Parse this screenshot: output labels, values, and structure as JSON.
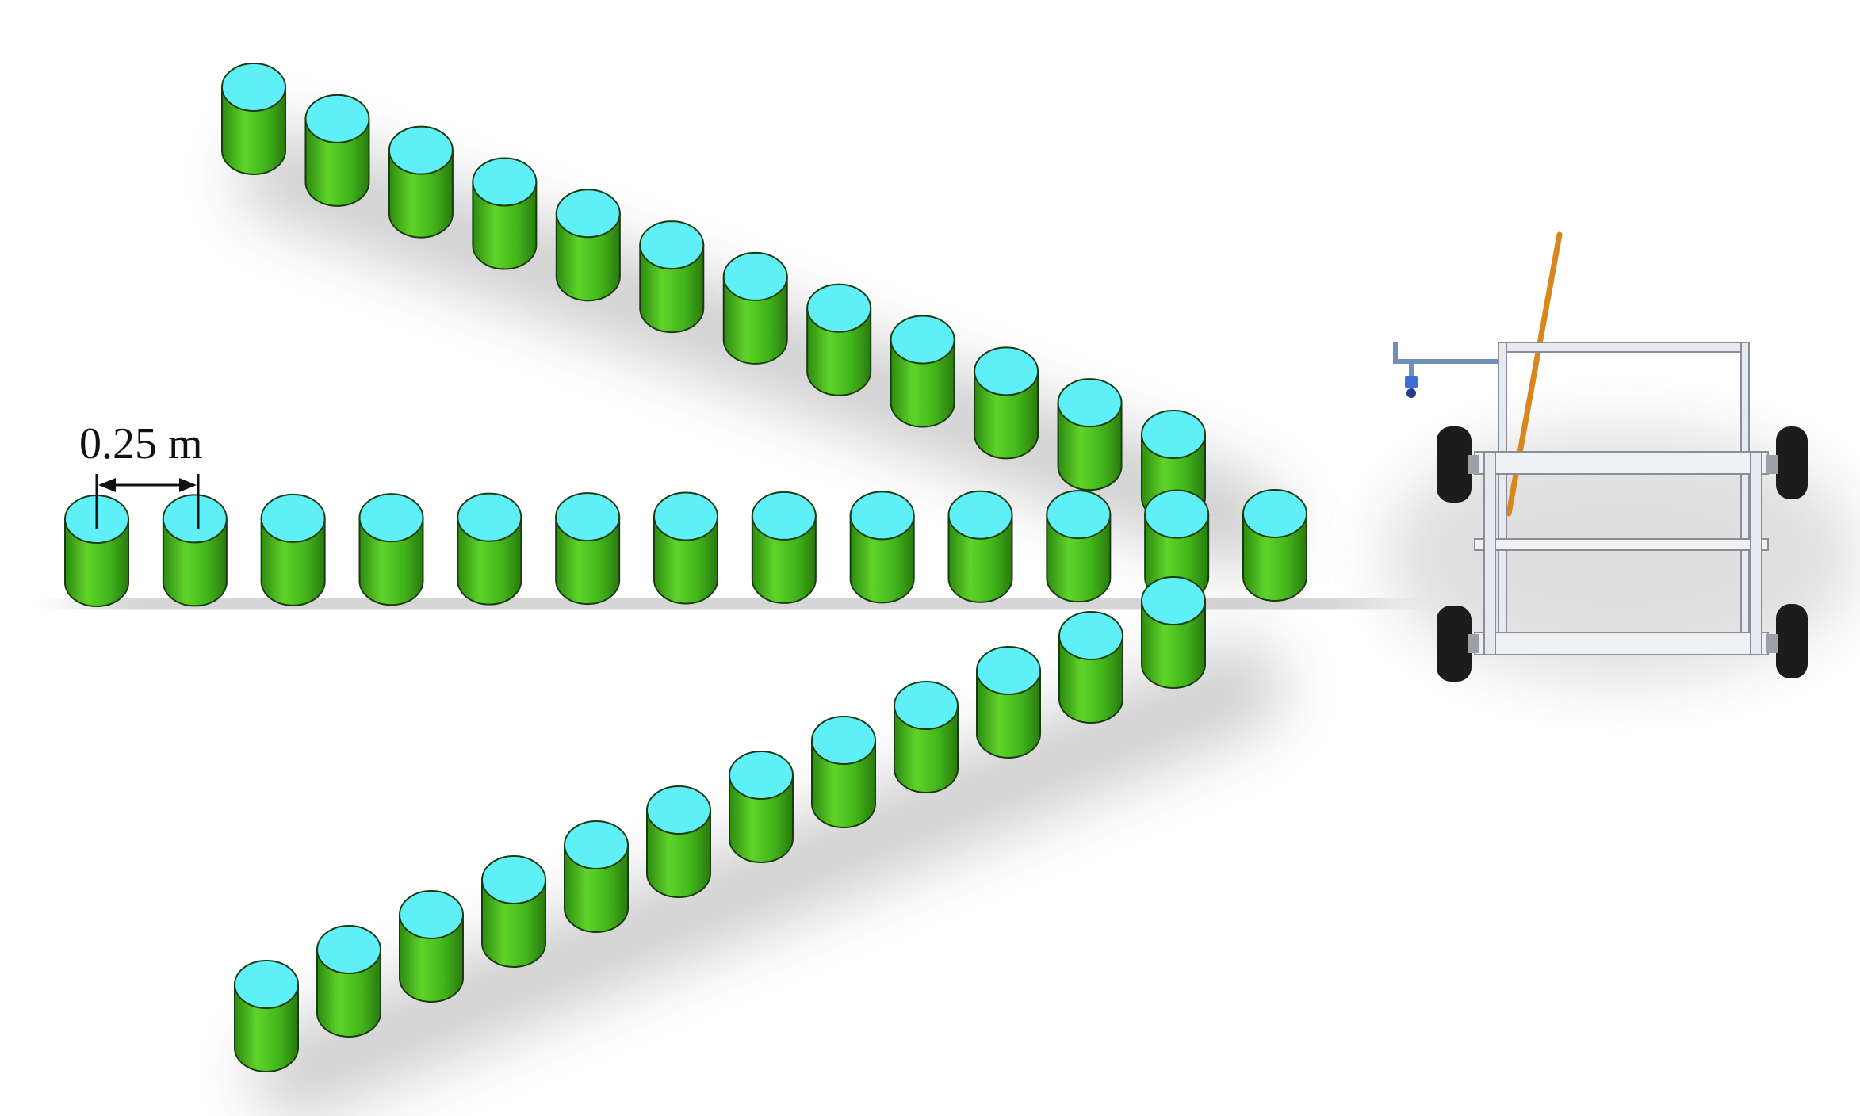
{
  "diagram": {
    "spacing_label": "0.25 m",
    "rows": [
      {
        "name": "upper-row",
        "count": 12
      },
      {
        "name": "middle-row",
        "count": 13
      },
      {
        "name": "lower-row",
        "count": 12
      }
    ],
    "colors": {
      "cylinder_body": "#41b41a",
      "cylinder_body_light": "#5fd42a",
      "cylinder_body_dark": "#2d8a10",
      "cylinder_top": "#5ef0f6",
      "cylinder_outline": "#1a3a10",
      "shadow": "#9a9a9a",
      "frame": "#e6e9ee",
      "frame_edge": "#8a8f97",
      "wheel": "#1c1c1c",
      "hub": "#9aa0a6",
      "pole": "#d9861c",
      "nozzle": "#3b6fd1"
    }
  }
}
